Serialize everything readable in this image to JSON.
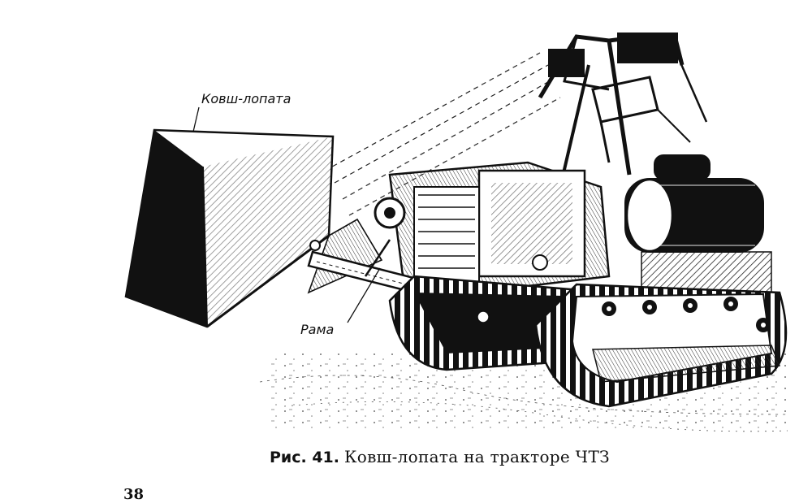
{
  "top_text": "",
  "labels": {
    "bucket": "Ковш-лопата",
    "frame": "Рама"
  },
  "caption": {
    "number": "Рис. 41.",
    "text": "Ковш-лопата на тракторе ЧТЗ"
  },
  "page_number": "38"
}
